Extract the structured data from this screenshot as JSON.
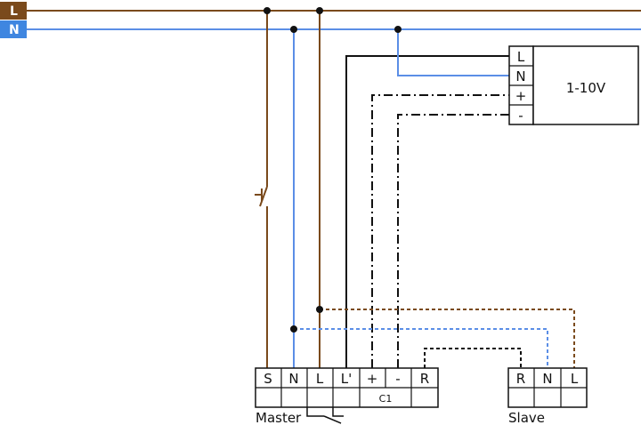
{
  "colors": {
    "live": "#7a4a1c",
    "neutral": "#5b8ee6",
    "wire": "#111111",
    "badge_live": "#7a4a1c",
    "badge_neutral": "#3f86e0"
  },
  "bus": {
    "live_label": "L",
    "neutral_label": "N"
  },
  "driver": {
    "title": "1-10V",
    "terminals": [
      "L",
      "N",
      "+",
      "-"
    ]
  },
  "master": {
    "name": "Master",
    "terminals": [
      "S",
      "N",
      "L",
      "L'",
      "+",
      "-",
      "R"
    ],
    "group_label": "C1"
  },
  "slave": {
    "name": "Slave",
    "terminals": [
      "R",
      "N",
      "L"
    ]
  },
  "icons": {
    "switch": "push-button-switch-icon",
    "relay": "relay-contact-icon"
  }
}
